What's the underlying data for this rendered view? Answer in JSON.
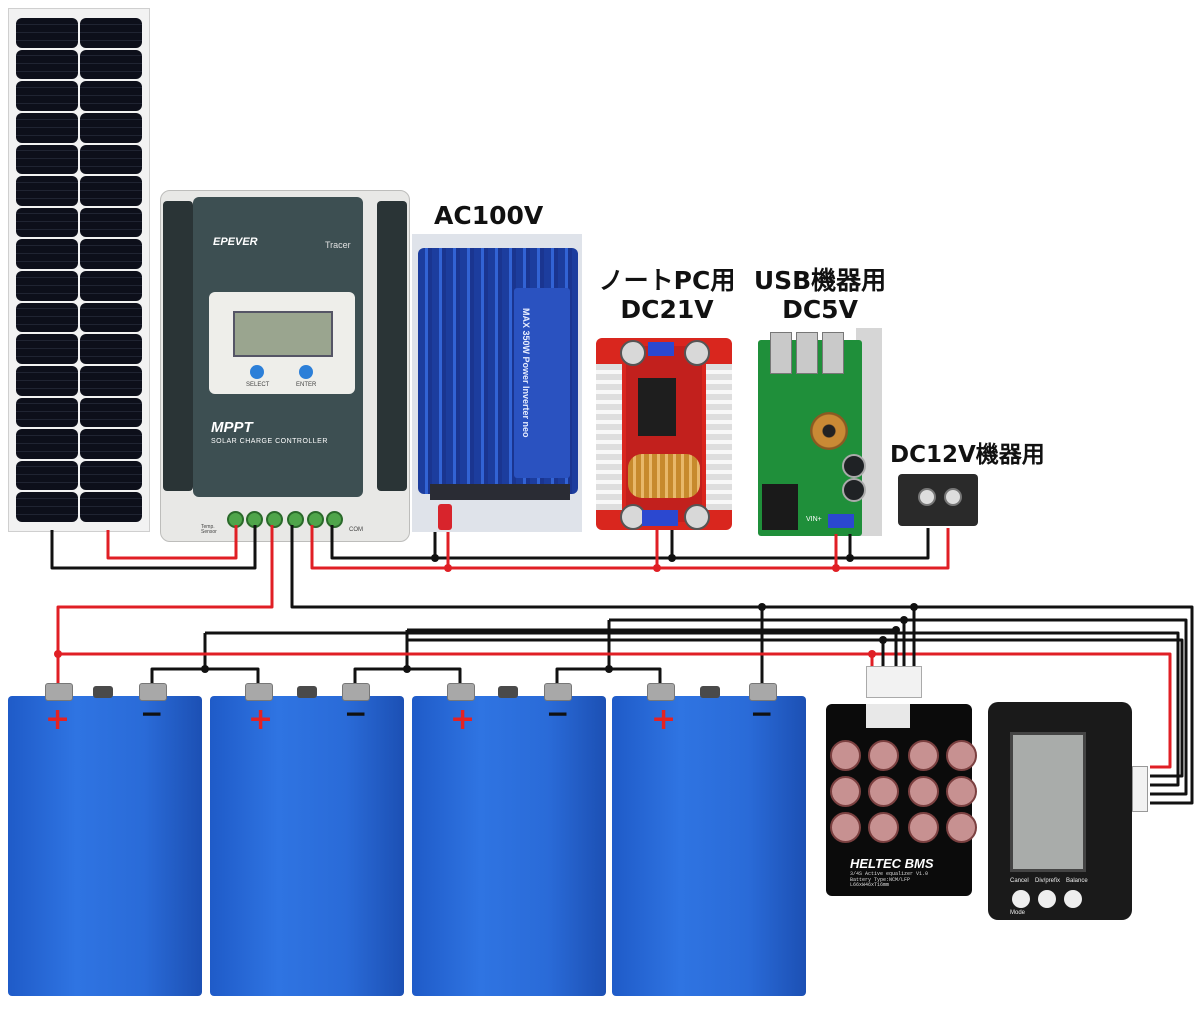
{
  "labels": {
    "ac": "AC100V",
    "laptop_line1": "ノートPC用",
    "laptop_line2": "DC21V",
    "usb_line1": "USB機器用",
    "usb_line2": "DC5V",
    "dc12": "DC12V機器用"
  },
  "controller": {
    "brand": "EPEVER",
    "model": "Tracer",
    "title": "MPPT",
    "subtitle": "SOLAR CHARGE CONTROLLER",
    "select_label": "SELECT",
    "enter_label": "ENTER",
    "temp_label_1": "Temp.",
    "temp_label_2": "Sensor",
    "com_label": "COM"
  },
  "inverter": {
    "text_line1": "MAX 350W",
    "text_line2": "Power Inverter neo"
  },
  "usb_module": {
    "vin_label": "VIN+"
  },
  "batteries": {
    "plus_symbol": "+",
    "minus_symbol": "−"
  },
  "balancer": {
    "logo": "HELTEC BMS",
    "spec_line1": "3/4S Active equalizer V1.0",
    "spec_line2": "Battery Type:NCM/LFP",
    "spec_line3": "L66xW46xT16mm"
  },
  "meter": {
    "btn1": "Cancel",
    "btn2": "Div/prefix",
    "btn3": "Balance",
    "btn4": "Mode"
  },
  "colors": {
    "wire_black": "#111111",
    "wire_red": "#e01f25",
    "battery_blue": "#2a6bd8"
  }
}
